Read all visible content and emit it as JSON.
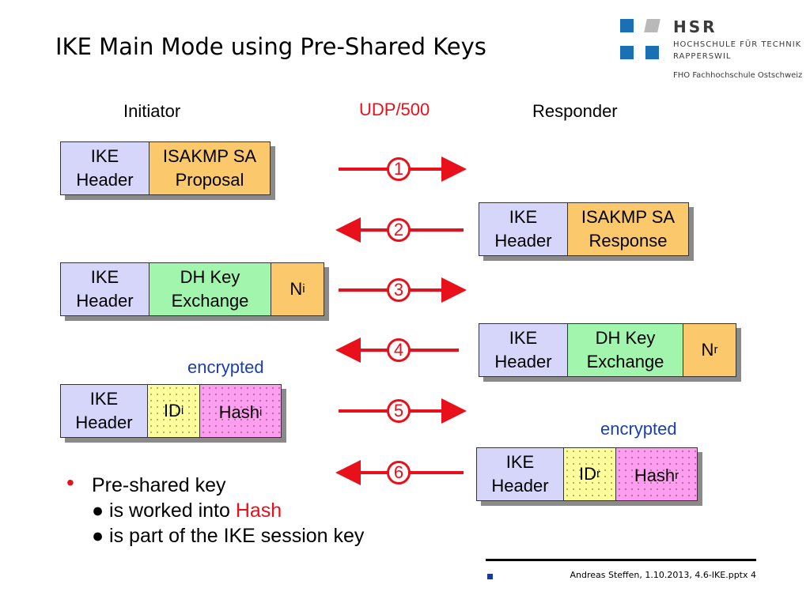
{
  "slide": {
    "title": "IKE Main Mode using Pre-Shared Keys"
  },
  "logo": {
    "name": "HSR",
    "line1": "HOCHSCHULE FÜR TECHNIK",
    "line2": "RAPPERSWIL",
    "line3": "FHO Fachhochschule Ostschweiz",
    "colors": {
      "blue": "#1a6fb5",
      "grey": "#b9b9b9"
    }
  },
  "columns": {
    "initiator": "Initiator",
    "protocol": "UDP/500",
    "responder": "Responder"
  },
  "fields": {
    "ike_header_line1": "IKE",
    "ike_header_line2": "Header",
    "sa_proposal_line1": "ISAKMP SA",
    "sa_proposal_line2": "Proposal",
    "sa_response_line1": "ISAKMP SA",
    "sa_response_line2": "Response",
    "dh_line1": "DH Key",
    "dh_line2": "Exchange",
    "nonce_i": "N",
    "nonce_i_sub": "i",
    "nonce_r": "N",
    "nonce_r_sub": "r",
    "id_i": "ID",
    "id_i_sub": "i",
    "id_r": "ID",
    "id_r_sub": "r",
    "hash_i": "Hash",
    "hash_i_sub": "i",
    "hash_r": "Hash",
    "hash_r_sub": "r"
  },
  "encrypted_label": "encrypted",
  "steps": [
    "1",
    "2",
    "3",
    "4",
    "5",
    "6"
  ],
  "bullets": {
    "main": "Pre-shared key",
    "sub1_prefix": "● is worked into ",
    "sub1_highlight": "Hash",
    "sub2": "● is part of the IKE session key"
  },
  "footer": {
    "text": "Andreas Steffen, 1.10.2013, 4.6-IKE.pptx 4"
  },
  "colors": {
    "arrow": "#e8101a",
    "header_field": "#d6d6fa",
    "sa_field": "#fbc86c",
    "dh_field": "#a2f5ac",
    "id_field": "#ffff9c",
    "hash_field": "#ff9eee",
    "encrypted_text": "#1c3fb0"
  }
}
